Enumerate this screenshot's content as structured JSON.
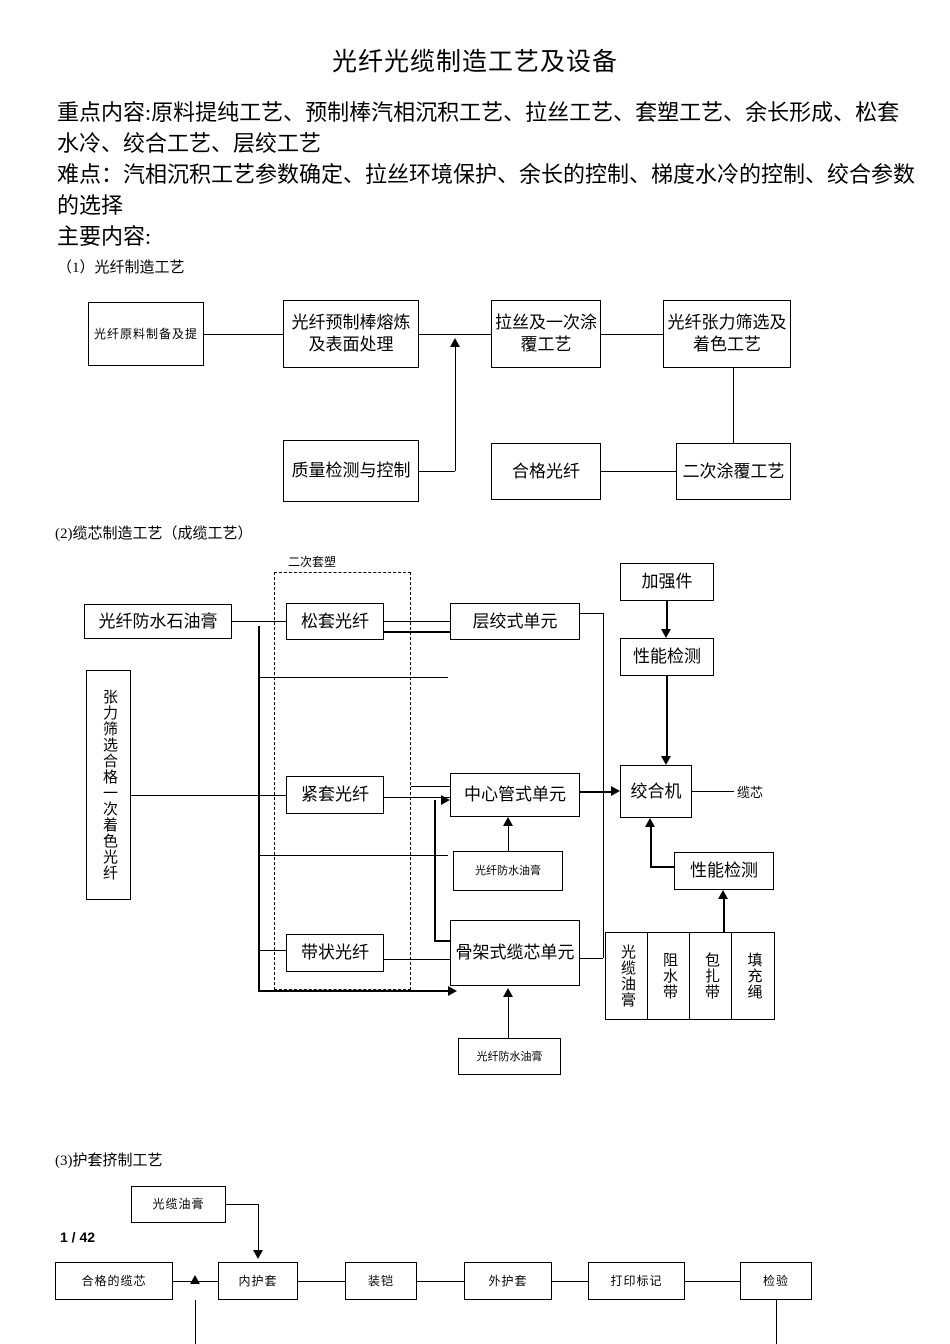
{
  "document": {
    "title": "光纤光缆制造工艺及设备",
    "focus_label": "重点内容:",
    "focus_text": "重点内容:原料提纯工艺、预制棒汽相沉积工艺、拉丝工艺、套塑工艺、余长形成、松套水冷、绞合工艺、层绞工艺",
    "difficulty_text": "难点：汽相沉积工艺参数确定、拉丝环境保护、余长的控制、梯度水冷的控制、绞合参数的选择",
    "main_text": "主要内容:",
    "page_number": "1 / 42"
  },
  "sections": {
    "s1_label": "（1）光纤制造工艺",
    "s2_label": "(2)缆芯制造工艺（成缆工艺）",
    "s3_label": "(3)护套挤制工艺"
  },
  "flow1": {
    "raw_material": "光纤原料制备及提",
    "preform": "光纤预制棒熔炼及表面处理",
    "drawing": "拉丝及一次涂覆工艺",
    "screening": "光纤张力筛选及着色工艺",
    "quality_control": "质量检测与控制",
    "qualified_fiber": "合格光纤",
    "second_coating": "二次涂覆工艺"
  },
  "flow2": {
    "dash_label": "二次套塑",
    "waterproof_grease": "光纤防水石油膏",
    "tension_screened": "张力筛选合格一次着色光纤",
    "loose_tube": "松套光纤",
    "tight_buffer": "紧套光纤",
    "ribbon_fiber": "带状光纤",
    "stranded_unit": "层绞式单元",
    "central_tube_unit": "中心管式单元",
    "skeleton_unit": "骨架式缆芯单元",
    "fiber_grease_mid": "光纤防水油膏",
    "fiber_grease_bottom": "光纤防水油膏",
    "strength_member": "加强件",
    "perf_test_top": "性能检测",
    "stranding_machine": "绞合机",
    "cable_core": "缆芯",
    "perf_test_bottom": "性能检测",
    "materials_table": [
      "光缆油膏",
      "阻水带",
      "包扎带",
      "填充绳"
    ]
  },
  "flow3": {
    "cable_grease": "光缆油膏",
    "qualified_core": "合格的缆芯",
    "inner_sheath": "内护套",
    "armoring": "装铠",
    "outer_sheath": "外护套",
    "printing_mark": "打印标记",
    "inspection": "检验"
  },
  "colors": {
    "ink": "#000000",
    "paper": "#ffffff"
  }
}
